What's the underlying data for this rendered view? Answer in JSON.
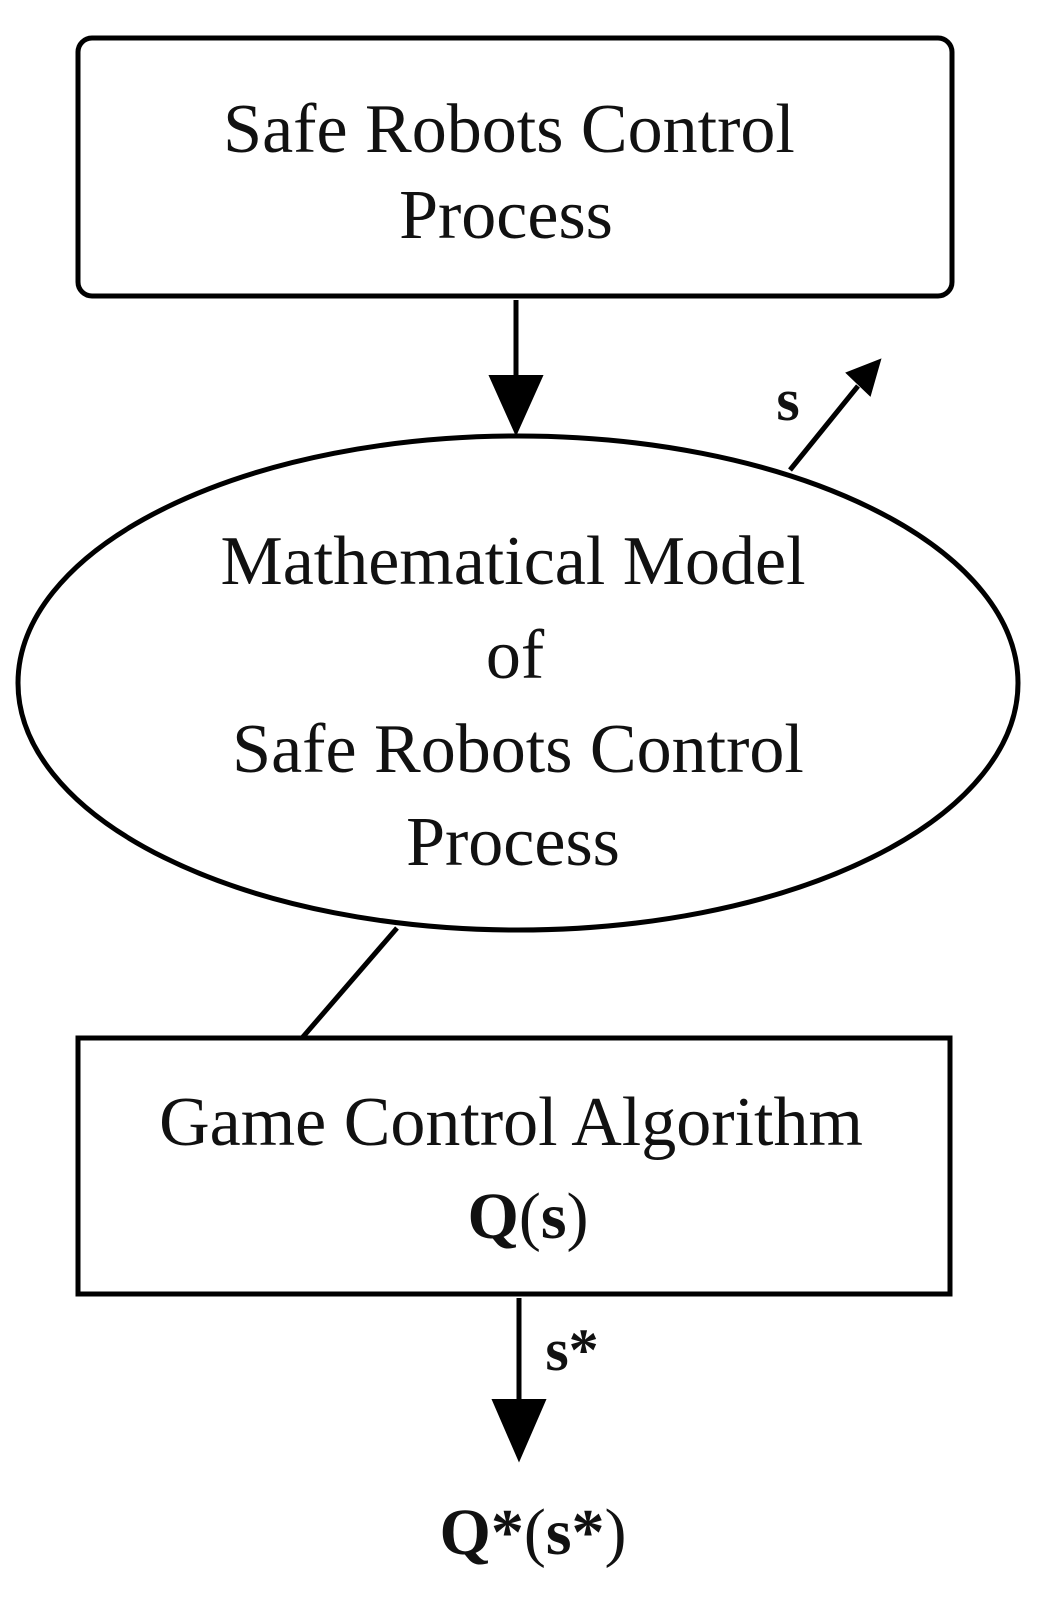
{
  "nodes": {
    "process": {
      "line1": "Safe Robots Control",
      "line2": "Process"
    },
    "model": {
      "line1": "Mathematical Model",
      "line2": "of",
      "line3": "Safe Robots Control",
      "line4": "Process"
    },
    "algorithm": {
      "line1": "Game Control Algorithm",
      "formula": {
        "q": "Q",
        "open": "(",
        "s": "s",
        "close": ")"
      }
    }
  },
  "edges": {
    "state_out": {
      "label": "s"
    },
    "optimal_out": {
      "label": "s*"
    }
  },
  "output": {
    "q": "Q*",
    "open": "(",
    "s": "s*",
    "close": ")"
  },
  "colors": {
    "stroke": "#000000",
    "background": "#ffffff"
  }
}
